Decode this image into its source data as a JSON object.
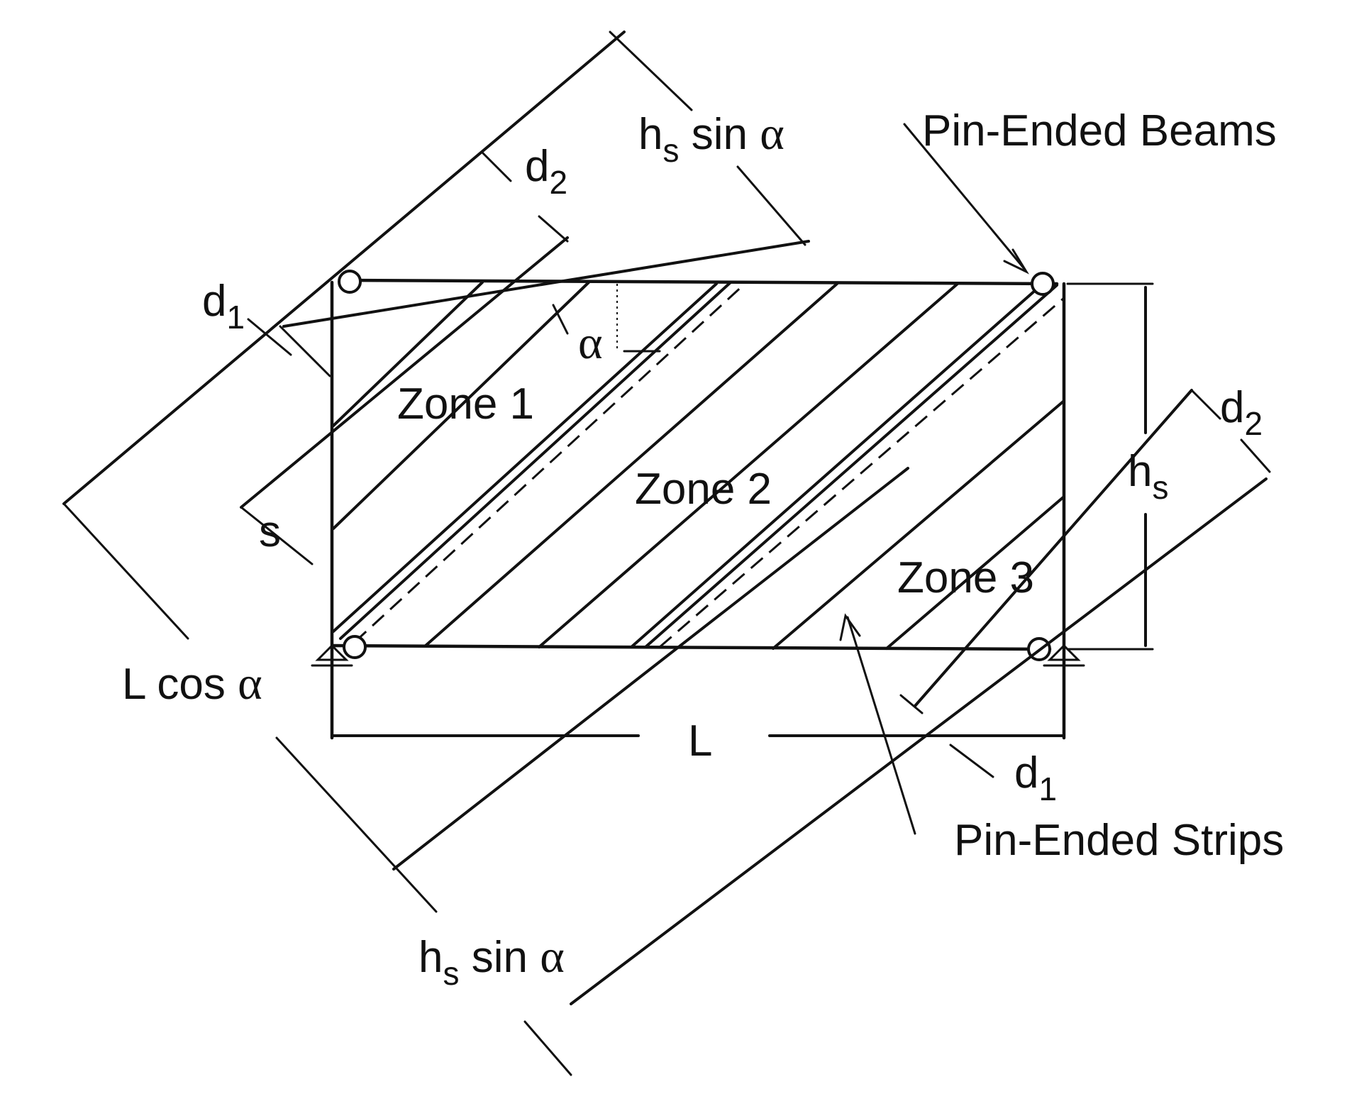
{
  "labels": {
    "hs_sin_top_main": "h",
    "hs_sin_top_sub": "s",
    "hs_sin_top_rest": " sin ",
    "hs_sin_top_greek": "α",
    "d2_top_main": "d",
    "d2_top_sub": "2",
    "d1_left_main": "d",
    "d1_left_sub": "1",
    "alpha": "α",
    "zone1": "Zone 1",
    "zone2": "Zone 2",
    "zone3": "Zone 3",
    "s": "s",
    "hs_main": "h",
    "hs_sub": "s",
    "d2_right_main": "d",
    "d2_right_sub": "2",
    "lcos_text": "L cos ",
    "lcos_greek": "α",
    "L": "L",
    "d1_bottom_main": "d",
    "d1_bottom_sub": "1",
    "hs_sin_bottom_main": "h",
    "hs_sin_bottom_sub": "s",
    "hs_sin_bottom_rest": " sin ",
    "hs_sin_bottom_greek": "α",
    "pin_beams": "Pin-Ended Beams",
    "pin_strips": "Pin-Ended Strips"
  }
}
